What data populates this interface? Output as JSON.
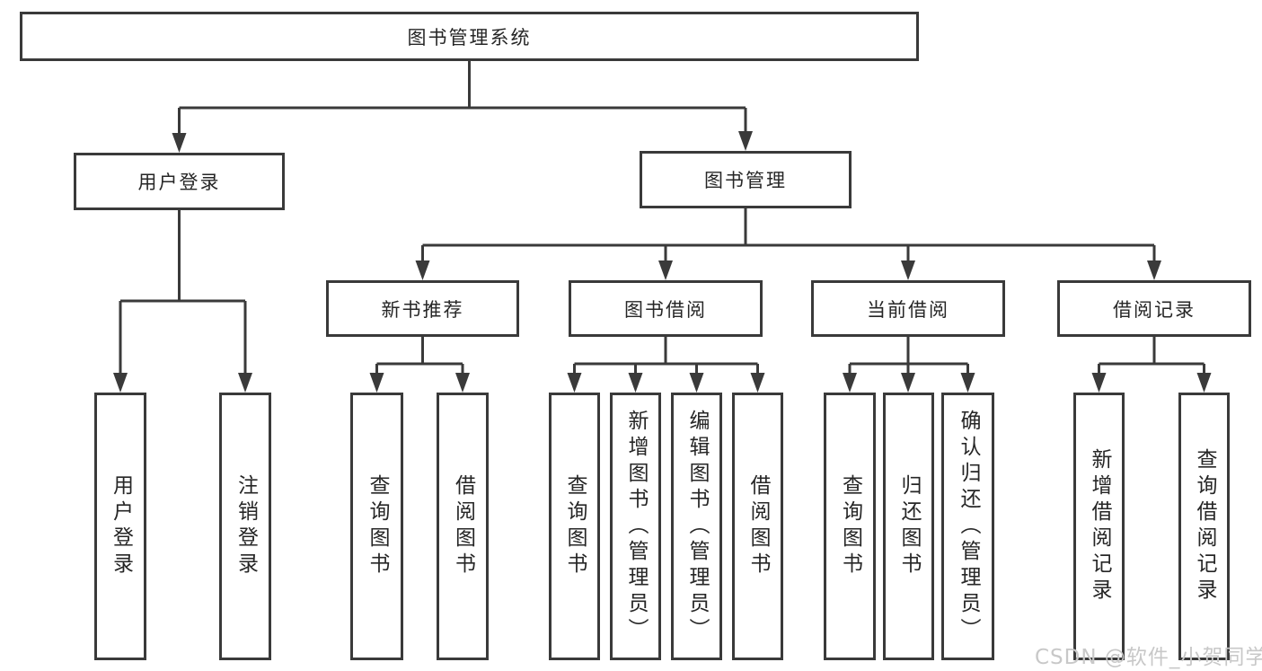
{
  "diagram": {
    "root": {
      "label": "图书管理系统"
    },
    "user_login": {
      "label": "用户登录",
      "children": [
        {
          "label": "用户登录"
        },
        {
          "label": "注销登录"
        }
      ]
    },
    "book_management": {
      "label": "图书管理",
      "modules": [
        {
          "label": "新书推荐",
          "children": [
            {
              "label": "查询图书"
            },
            {
              "label": "借阅图书"
            }
          ]
        },
        {
          "label": "图书借阅",
          "children": [
            {
              "label": "查询图书"
            },
            {
              "label": "新增图书（管理员）"
            },
            {
              "label": "编辑图书（管理员）"
            },
            {
              "label": "借阅图书"
            }
          ]
        },
        {
          "label": "当前借阅",
          "children": [
            {
              "label": "查询图书"
            },
            {
              "label": "归还图书"
            },
            {
              "label": "确认归还（管理员）"
            }
          ]
        },
        {
          "label": "借阅记录",
          "children": [
            {
              "label": "新增借阅记录"
            },
            {
              "label": "查询借阅记录"
            }
          ]
        }
      ]
    }
  },
  "watermark": {
    "text": "CSDN @软件_小贺同学"
  },
  "colors": {
    "line": "#3a3a3a",
    "text": "#262626",
    "watermark": "#c8c8c8",
    "background": "#ffffff"
  }
}
